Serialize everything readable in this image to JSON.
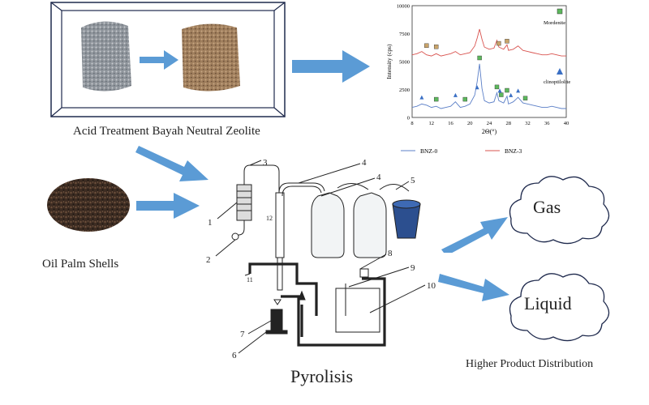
{
  "labels": {
    "zeolite_caption": "Acid Treatment Bayah Neutral Zeolite",
    "shells_caption": "Oil Palm Shells",
    "pyrolysis_caption": "Pyrolisis",
    "products_caption": "Higher Product Distribution",
    "gas": "Gas",
    "liquid": "Liquid"
  },
  "apparatus_numbers": [
    "1",
    "2",
    "3",
    "4",
    "4",
    "5",
    "6",
    "7",
    "8",
    "9",
    "10",
    "11",
    "12"
  ],
  "chart_data": {
    "type": "line",
    "xlabel": "2Θ(°)",
    "ylabel": "Intensity (cps)",
    "xlim": [
      8,
      40
    ],
    "ylim": [
      0,
      10000
    ],
    "xticks": [
      "8",
      "12",
      "16",
      "20",
      "24",
      "28",
      "32",
      "36",
      "40"
    ],
    "yticks": [
      "0",
      "2500",
      "5000",
      "7500",
      "10000"
    ],
    "series": [
      {
        "name": "BNZ-0",
        "color": "#5b7fc7",
        "x": [
          8,
          9,
          10,
          11,
          12,
          13,
          14,
          15,
          16,
          17,
          18,
          19,
          20,
          21,
          21.5,
          22,
          22.5,
          23,
          24,
          25,
          25.6,
          26,
          27,
          27.7,
          28,
          29,
          30,
          31,
          32,
          33,
          34,
          35,
          36,
          37,
          38,
          39,
          40
        ],
        "y": [
          900,
          1000,
          1200,
          1100,
          900,
          1000,
          800,
          900,
          1000,
          1400,
          900,
          1000,
          1200,
          2000,
          3200,
          4800,
          2600,
          1500,
          1300,
          1400,
          2200,
          1500,
          1300,
          1900,
          1200,
          1400,
          1800,
          1300,
          1200,
          1100,
          1000,
          900,
          900,
          1000,
          900,
          800,
          800
        ]
      },
      {
        "name": "BNZ-3",
        "color": "#d9534f",
        "x": [
          8,
          9,
          10,
          11,
          12,
          13,
          14,
          15,
          16,
          17,
          18,
          19,
          20,
          21,
          21.5,
          22,
          22.5,
          23,
          24,
          25,
          25.6,
          26,
          27,
          27.7,
          28,
          29,
          30,
          31,
          32,
          33,
          34,
          35,
          36,
          37,
          38,
          39,
          40
        ],
        "y": [
          5600,
          5700,
          5900,
          5600,
          5500,
          5700,
          5500,
          5600,
          5700,
          5900,
          5600,
          5700,
          5800,
          6400,
          7100,
          7900,
          7000,
          6300,
          6100,
          6200,
          6900,
          6300,
          6100,
          6500,
          6000,
          6100,
          6400,
          6000,
          5900,
          5800,
          5700,
          5600,
          5600,
          5700,
          5600,
          5500,
          5500
        ]
      }
    ],
    "markers": [
      {
        "name": "Mordenite",
        "shape": "square",
        "color": "#5cb85c"
      },
      {
        "name": "clinoptilolite",
        "shape": "triangle",
        "color": "#3a6fc4"
      }
    ],
    "legend": [
      "BNZ-0",
      "BNZ-3"
    ]
  }
}
